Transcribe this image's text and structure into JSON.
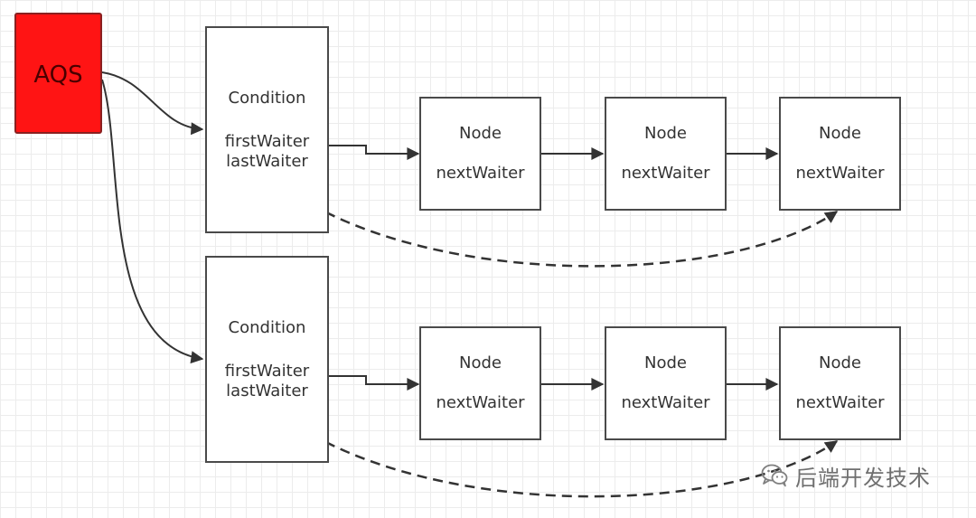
{
  "aqs": {
    "label": "AQS",
    "color": "#ff1414"
  },
  "conditions": [
    {
      "title": "Condition",
      "first": "firstWaiter",
      "last": "lastWaiter",
      "nodes": [
        {
          "title": "Node",
          "next": "nextWaiter"
        },
        {
          "title": "Node",
          "next": "nextWaiter"
        },
        {
          "title": "Node",
          "next": "nextWaiter"
        }
      ]
    },
    {
      "title": "Condition",
      "first": "firstWaiter",
      "last": "lastWaiter",
      "nodes": [
        {
          "title": "Node",
          "next": "nextWaiter"
        },
        {
          "title": "Node",
          "next": "nextWaiter"
        },
        {
          "title": "Node",
          "next": "nextWaiter"
        }
      ]
    }
  ],
  "watermark": {
    "icon": "wechat-icon",
    "text": "后端开发技术"
  }
}
